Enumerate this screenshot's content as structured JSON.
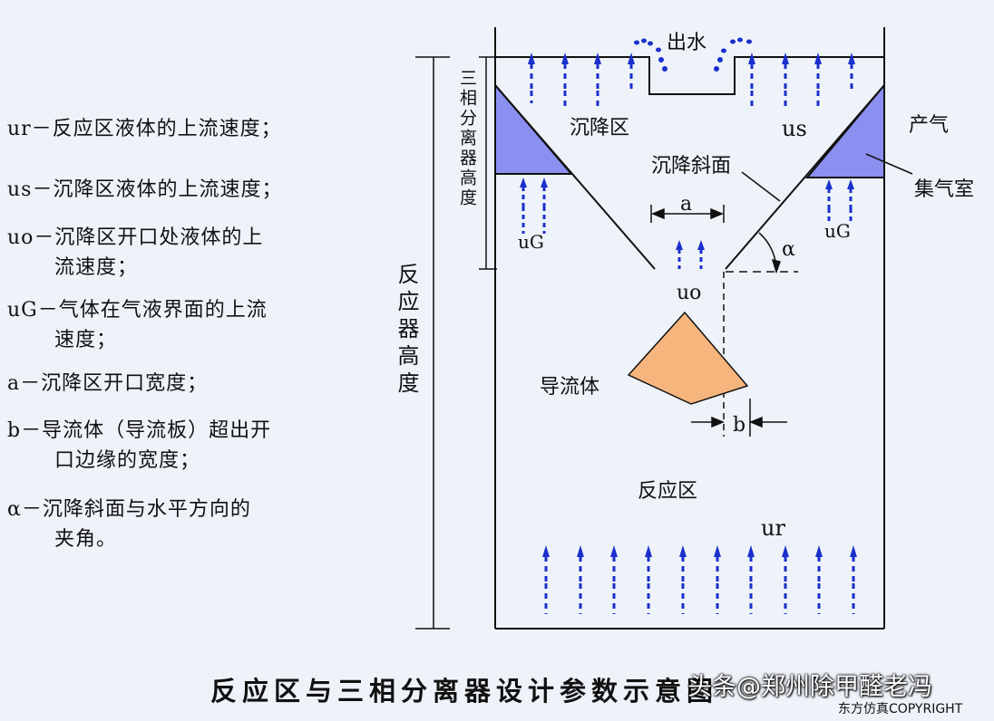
{
  "legend": [
    {
      "text": "ur－反应区液体的上流速度；"
    },
    {
      "text": "us－沉降区液体的上流速度；"
    },
    {
      "text": "uo－沉降区开口处液体的上",
      "cont": "流速度；"
    },
    {
      "text": "uG－气体在气液界面的上流",
      "cont": "速度；"
    },
    {
      "text": "a－沉降区开口宽度；"
    },
    {
      "text": "b－导流体（导流板）超出开",
      "cont": "口边缘的宽度；"
    },
    {
      "text": "α－沉降斜面与水平方向的",
      "cont": "夹角。"
    }
  ],
  "diagram": {
    "outlet_label": "出水",
    "three_phase_height_label": "三相分离器高度",
    "reactor_height_label": "反应器高度",
    "settling_zone_label": "沉降区",
    "us_label": "us",
    "gas_label": "产气",
    "gas_chamber_label": "集气室",
    "slope_label": "沉降斜面",
    "a_label": "a",
    "alpha_label": "α",
    "ug_left_label": "uG",
    "ug_right_label": "uG",
    "uo_label": "uo",
    "deflector_label": "导流体",
    "b_label": "b",
    "reaction_zone_label": "反应区",
    "ur_label": "ur"
  },
  "colors": {
    "arrow": "#1a2fcc",
    "gas_chamber": "#8a8ff0",
    "deflector": "#f5b57d",
    "line": "#111111",
    "background": "#eef3f9"
  },
  "caption": "反应区与三相分离器设计参数示意图",
  "watermark": "头条@郑州除甲醛老冯",
  "copyright": "东方仿真COPYRIGHT"
}
